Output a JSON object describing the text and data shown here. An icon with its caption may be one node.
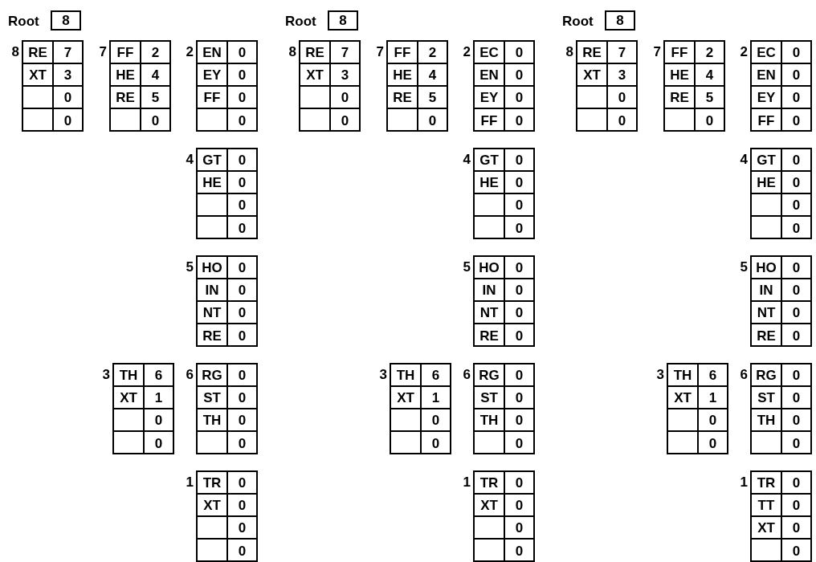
{
  "diagram": {
    "nodes": [
      {
        "text": [
          "8"
        ],
        "beside": [
          "Root"
        ]
      },
      {
        "text": [],
        "shape": "box",
        "beside": [
          "8"
        ]
      },
      {
        "text": [
          "RE"
        ],
        "in": 1
      },
      {
        "text": [
          "7"
        ],
        "in": 1
      },
      {
        "text": [
          "XT"
        ],
        "in": 1
      },
      {
        "text": [
          "3"
        ],
        "in": 1
      },
      {
        "text": [],
        "shape": "box",
        "in": 1
      },
      {
        "text": [
          "0"
        ],
        "in": 1
      },
      {
        "text": [],
        "shape": "box",
        "in": 1
      },
      {
        "text": [
          "0"
        ],
        "in": 1
      },
      {
        "text": [],
        "shape": "box",
        "beside": [
          "7"
        ]
      },
      {
        "text": [
          "FF"
        ],
        "in": 10
      },
      {
        "text": [
          "2"
        ],
        "in": 10
      },
      {
        "text": [
          "HE"
        ],
        "in": 10
      },
      {
        "text": [
          "4"
        ],
        "in": 10
      },
      {
        "text": [
          "RE"
        ],
        "in": 10
      },
      {
        "text": [
          "5"
        ],
        "in": 10
      },
      {
        "text": [],
        "shape": "box",
        "in": 10
      },
      {
        "text": [
          "0"
        ],
        "in": 10
      },
      {
        "text": [],
        "shape": "box",
        "beside": [
          "2"
        ]
      },
      {
        "text": [
          "EN"
        ],
        "in": 19
      },
      {
        "text": [
          "0"
        ],
        "in": 19
      },
      {
        "text": [
          "EY"
        ],
        "in": 19
      },
      {
        "text": [
          "0"
        ],
        "in": 19
      },
      {
        "text": [
          "FF"
        ],
        "in": 19
      },
      {
        "text": [
          "0"
        ],
        "in": 19
      },
      {
        "text": [],
        "shape": "box",
        "in": 19
      },
      {
        "text": [
          "0"
        ],
        "in": 19
      },
      {
        "text": [],
        "shape": "box",
        "beside": [
          "4"
        ]
      },
      {
        "text": [
          "GT"
        ],
        "in": 28
      },
      {
        "text": [
          "0"
        ],
        "in": 28
      },
      {
        "text": [
          "HE"
        ],
        "in": 28
      },
      {
        "text": [
          "0"
        ],
        "in": 28
      },
      {
        "text": [],
        "shape": "box",
        "in": 28
      },
      {
        "text": [
          "0"
        ],
        "in": 28
      },
      {
        "text": [],
        "shape": "box",
        "in": 28
      },
      {
        "text": [
          "0"
        ],
        "in": 28
      },
      {
        "text": [],
        "shape": "box",
        "beside": [
          "5"
        ]
      },
      {
        "text": [
          "HO"
        ],
        "in": 37
      },
      {
        "text": [
          "0"
        ],
        "in": 37
      },
      {
        "text": [
          "IN"
        ],
        "in": 37
      },
      {
        "text": [
          "0"
        ],
        "in": 37
      },
      {
        "text": [
          "NT"
        ],
        "in": 37
      },
      {
        "text": [
          "0"
        ],
        "in": 37
      },
      {
        "text": [
          "RE"
        ],
        "in": 37
      },
      {
        "text": [
          "0"
        ],
        "in": 37
      },
      {
        "text": [],
        "shape": "box",
        "beside": [
          "3"
        ]
      },
      {
        "text": [
          "TH"
        ],
        "in": 46
      },
      {
        "text": [
          "6"
        ],
        "in": 46
      },
      {
        "text": [
          "XT"
        ],
        "in": 46
      },
      {
        "text": [
          "1"
        ],
        "in": 46
      },
      {
        "text": [],
        "shape": "box",
        "in": 46
      },
      {
        "text": [
          "0"
        ],
        "in": 46
      },
      {
        "text": [],
        "shape": "box",
        "in": 46
      },
      {
        "text": [
          "0"
        ],
        "in": 46
      },
      {
        "text": [],
        "shape": "box",
        "beside": [
          "6"
        ]
      },
      {
        "text": [
          "RG"
        ],
        "in": 55
      },
      {
        "text": [
          "0"
        ],
        "in": 55
      },
      {
        "text": [
          "ST"
        ],
        "in": 55
      },
      {
        "text": [
          "0"
        ],
        "in": 55
      },
      {
        "text": [
          "TH"
        ],
        "in": 55
      },
      {
        "text": [
          "0"
        ],
        "in": 55
      },
      {
        "text": [],
        "shape": "box",
        "in": 55
      },
      {
        "text": [
          "0"
        ],
        "in": 55
      },
      {
        "text": [],
        "shape": "box",
        "beside": [
          "1"
        ]
      },
      {
        "text": [
          "TR"
        ],
        "in": 64
      },
      {
        "text": [
          "0"
        ],
        "in": 64
      },
      {
        "text": [
          "XT"
        ],
        "in": 64
      },
      {
        "text": [
          "0"
        ],
        "in": 64
      },
      {
        "text": [],
        "shape": "box",
        "in": 64
      },
      {
        "text": [
          "0"
        ],
        "in": 64
      },
      {
        "text": [],
        "shape": "box",
        "in": 64
      },
      {
        "text": [
          "0"
        ],
        "in": 64
      },
      {
        "text": [
          "8"
        ],
        "beside": [
          "Root"
        ]
      },
      {
        "text": [],
        "shape": "box",
        "beside": [
          "8"
        ]
      },
      {
        "text": [
          "RE"
        ],
        "in": 74
      },
      {
        "text": [
          "7"
        ],
        "in": 74
      },
      {
        "text": [
          "XT"
        ],
        "in": 74
      },
      {
        "text": [
          "3"
        ],
        "in": 74
      },
      {
        "text": [],
        "shape": "box",
        "in": 74
      },
      {
        "text": [
          "0"
        ],
        "in": 74
      },
      {
        "text": [],
        "shape": "box",
        "in": 74
      },
      {
        "text": [
          "0"
        ],
        "in": 74
      },
      {
        "text": [],
        "shape": "box",
        "beside": [
          "7"
        ]
      },
      {
        "text": [
          "FF"
        ],
        "in": 83
      },
      {
        "text": [
          "2"
        ],
        "in": 83
      },
      {
        "text": [
          "HE"
        ],
        "in": 83
      },
      {
        "text": [
          "4"
        ],
        "in": 83
      },
      {
        "text": [
          "RE"
        ],
        "in": 83
      },
      {
        "text": [
          "5"
        ],
        "in": 83
      },
      {
        "text": [],
        "shape": "box",
        "in": 83
      },
      {
        "text": [
          "0"
        ],
        "in": 83
      },
      {
        "text": [],
        "shape": "box",
        "beside": [
          "2"
        ]
      },
      {
        "text": [
          "EC"
        ],
        "in": 92
      },
      {
        "text": [
          "0"
        ],
        "in": 92
      },
      {
        "text": [
          "EN"
        ],
        "in": 92
      },
      {
        "text": [
          "0"
        ],
        "in": 92
      },
      {
        "text": [
          "EY"
        ],
        "in": 92
      },
      {
        "text": [
          "0"
        ],
        "in": 92
      },
      {
        "text": [
          "FF"
        ],
        "in": 92
      },
      {
        "text": [
          "0"
        ],
        "in": 92
      },
      {
        "text": [],
        "shape": "box",
        "beside": [
          "4"
        ]
      },
      {
        "text": [
          "GT"
        ],
        "in": 101
      },
      {
        "text": [
          "0"
        ],
        "in": 101
      },
      {
        "text": [
          "HE"
        ],
        "in": 101
      },
      {
        "text": [
          "0"
        ],
        "in": 101
      },
      {
        "text": [],
        "shape": "box",
        "in": 101
      },
      {
        "text": [
          "0"
        ],
        "in": 101
      },
      {
        "text": [],
        "shape": "box",
        "in": 101
      },
      {
        "text": [
          "0"
        ],
        "in": 101
      },
      {
        "text": [],
        "shape": "box",
        "beside": [
          "5"
        ]
      },
      {
        "text": [
          "HO"
        ],
        "in": 110
      },
      {
        "text": [
          "0"
        ],
        "in": 110
      },
      {
        "text": [
          "IN"
        ],
        "in": 110
      },
      {
        "text": [
          "0"
        ],
        "in": 110
      },
      {
        "text": [
          "NT"
        ],
        "in": 110
      },
      {
        "text": [
          "0"
        ],
        "in": 110
      },
      {
        "text": [
          "RE"
        ],
        "in": 110
      },
      {
        "text": [
          "0"
        ],
        "in": 110
      },
      {
        "text": [],
        "shape": "box",
        "beside": [
          "3"
        ]
      },
      {
        "text": [
          "TH"
        ],
        "in": 119
      },
      {
        "text": [
          "6"
        ],
        "in": 119
      },
      {
        "text": [
          "XT"
        ],
        "in": 119
      },
      {
        "text": [
          "1"
        ],
        "in": 119
      },
      {
        "text": [],
        "shape": "box",
        "in": 119
      },
      {
        "text": [
          "0"
        ],
        "in": 119
      },
      {
        "text": [],
        "shape": "box",
        "in": 119
      },
      {
        "text": [
          "0"
        ],
        "in": 119
      },
      {
        "text": [],
        "shape": "box",
        "beside": [
          "6"
        ]
      },
      {
        "text": [
          "RG"
        ],
        "in": 128
      },
      {
        "text": [
          "0"
        ],
        "in": 128
      },
      {
        "text": [
          "ST"
        ],
        "in": 128
      },
      {
        "text": [
          "0"
        ],
        "in": 128
      },
      {
        "text": [
          "TH"
        ],
        "in": 128
      },
      {
        "text": [
          "0"
        ],
        "in": 128
      },
      {
        "text": [],
        "shape": "box",
        "in": 128
      },
      {
        "text": [
          "0"
        ],
        "in": 128
      },
      {
        "text": [],
        "shape": "box",
        "beside": [
          "1"
        ]
      },
      {
        "text": [
          "TR"
        ],
        "in": 137
      },
      {
        "text": [
          "0"
        ],
        "in": 137
      },
      {
        "text": [
          "XT"
        ],
        "in": 137
      },
      {
        "text": [
          "0"
        ],
        "in": 137
      },
      {
        "text": [],
        "shape": "box",
        "in": 137
      },
      {
        "text": [
          "0"
        ],
        "in": 137
      },
      {
        "text": [],
        "shape": "box",
        "in": 137
      },
      {
        "text": [
          "0"
        ],
        "in": 137
      },
      {
        "text": [
          "8"
        ],
        "beside": [
          "Root"
        ]
      },
      {
        "text": [],
        "shape": "box",
        "beside": [
          "8"
        ]
      },
      {
        "text": [
          "RE"
        ],
        "in": 147
      },
      {
        "text": [
          "7"
        ],
        "in": 147
      },
      {
        "text": [
          "XT"
        ],
        "in": 147
      },
      {
        "text": [
          "3"
        ],
        "in": 147
      },
      {
        "text": [],
        "shape": "box",
        "in": 147
      },
      {
        "text": [
          "0"
        ],
        "in": 147
      },
      {
        "text": [],
        "shape": "box",
        "in": 147
      },
      {
        "text": [
          "0"
        ],
        "in": 147
      },
      {
        "text": [],
        "shape": "box",
        "beside": [
          "7"
        ]
      },
      {
        "text": [
          "FF"
        ],
        "in": 156
      },
      {
        "text": [
          "2"
        ],
        "in": 156
      },
      {
        "text": [
          "HE"
        ],
        "in": 156
      },
      {
        "text": [
          "4"
        ],
        "in": 156
      },
      {
        "text": [
          "RE"
        ],
        "in": 156
      },
      {
        "text": [
          "5"
        ],
        "in": 156
      },
      {
        "text": [],
        "shape": "box",
        "in": 156
      },
      {
        "text": [
          "0"
        ],
        "in": 156
      },
      {
        "text": [],
        "shape": "box",
        "beside": [
          "2"
        ]
      },
      {
        "text": [
          "EC"
        ],
        "in": 165
      },
      {
        "text": [
          "0"
        ],
        "in": 165
      },
      {
        "text": [
          "EN"
        ],
        "in": 165
      },
      {
        "text": [
          "0"
        ],
        "in": 165
      },
      {
        "text": [
          "EY"
        ],
        "in": 165
      },
      {
        "text": [
          "0"
        ],
        "in": 165
      },
      {
        "text": [
          "FF"
        ],
        "in": 165
      },
      {
        "text": [
          "0"
        ],
        "in": 165
      },
      {
        "text": [],
        "shape": "box",
        "beside": [
          "4"
        ]
      },
      {
        "text": [
          "GT"
        ],
        "in": 174
      },
      {
        "text": [
          "0"
        ],
        "in": 174
      },
      {
        "text": [
          "HE"
        ],
        "in": 174
      },
      {
        "text": [
          "0"
        ],
        "in": 174
      },
      {
        "text": [],
        "shape": "box",
        "in": 174
      },
      {
        "text": [
          "0"
        ],
        "in": 174
      },
      {
        "text": [],
        "shape": "box",
        "in": 174
      },
      {
        "text": [
          "0"
        ],
        "in": 174
      },
      {
        "text": [],
        "shape": "box",
        "beside": [
          "5"
        ]
      },
      {
        "text": [
          "HO"
        ],
        "in": 183
      },
      {
        "text": [
          "0"
        ],
        "in": 183
      },
      {
        "text": [
          "IN"
        ],
        "in": 183
      },
      {
        "text": [
          "0"
        ],
        "in": 183
      },
      {
        "text": [
          "NT"
        ],
        "in": 183
      },
      {
        "text": [
          "0"
        ],
        "in": 183
      },
      {
        "text": [
          "RE"
        ],
        "in": 183
      },
      {
        "text": [
          "0"
        ],
        "in": 183
      },
      {
        "text": [],
        "shape": "box",
        "beside": [
          "3"
        ]
      },
      {
        "text": [
          "TH"
        ],
        "in": 192
      },
      {
        "text": [
          "6"
        ],
        "in": 192
      },
      {
        "text": [
          "XT"
        ],
        "in": 192
      },
      {
        "text": [
          "1"
        ],
        "in": 192
      },
      {
        "text": [],
        "shape": "box",
        "in": 192
      },
      {
        "text": [
          "0"
        ],
        "in": 192
      },
      {
        "text": [],
        "shape": "box",
        "in": 192
      },
      {
        "text": [
          "0"
        ],
        "in": 192
      },
      {
        "text": [],
        "shape": "box",
        "beside": [
          "6"
        ]
      },
      {
        "text": [
          "RG"
        ],
        "in": 201
      },
      {
        "text": [
          "0"
        ],
        "in": 201
      },
      {
        "text": [
          "ST"
        ],
        "in": 201
      },
      {
        "text": [
          "0"
        ],
        "in": 201
      },
      {
        "text": [
          "TH"
        ],
        "in": 201
      },
      {
        "text": [
          "0"
        ],
        "in": 201
      },
      {
        "text": [],
        "shape": "box",
        "in": 201
      },
      {
        "text": [
          "0"
        ],
        "in": 201
      },
      {
        "text": [],
        "shape": "box",
        "beside": [
          "1"
        ]
      },
      {
        "text": [
          "TR"
        ],
        "in": 210
      },
      {
        "text": [
          "0"
        ],
        "in": 210
      },
      {
        "text": [
          "TT"
        ],
        "in": 210
      },
      {
        "text": [
          "0"
        ],
        "in": 210
      },
      {
        "text": [
          "XT"
        ],
        "in": 210
      },
      {
        "text": [
          "0"
        ],
        "in": 210
      },
      {
        "text": [],
        "shape": "box",
        "in": 210
      },
      {
        "text": [
          "0"
        ],
        "in": 210
      }
    ]
  }
}
